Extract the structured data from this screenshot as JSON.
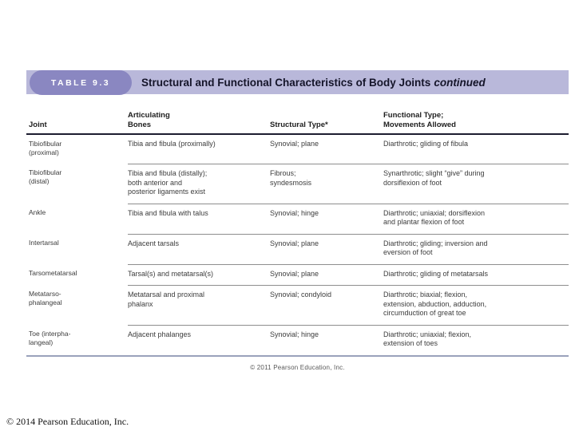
{
  "header": {
    "table_label": "TABLE 9.3",
    "title": "Structural and Functional Characteristics of Body Joints",
    "title_suffix": "continued"
  },
  "colors": {
    "bar": "#b9b8da",
    "pill": "#8a87c1",
    "header_line": "#1c1c30",
    "row_line": "#8e8e8e",
    "bottom_line": "#9aa2bb"
  },
  "table": {
    "columns": [
      "Joint",
      "Articulating\nBones",
      "Structural Type*",
      "Functional Type;\nMovements Allowed"
    ],
    "rows": [
      {
        "joint": "Tibiofibular\n(proximal)",
        "bones": "Tibia and fibula (proximally)",
        "structural": "Synovial; plane",
        "functional": "Diarthrotic; gliding of fibula"
      },
      {
        "joint": "Tibiofibular\n(distal)",
        "bones": "Tibia and fibula (distally);\nboth anterior and\nposterior ligaments exist",
        "structural": "Fibrous;\nsyndesmosis",
        "functional": "Synarthrotic; slight “give” during\ndorsiflexion of foot"
      },
      {
        "joint": "Ankle",
        "bones": "Tibia and fibula with talus",
        "structural": "Synovial; hinge",
        "functional": "Diarthrotic; uniaxial; dorsiflexion\nand plantar flexion of foot"
      },
      {
        "joint": "Intertarsal",
        "bones": "Adjacent tarsals",
        "structural": "Synovial; plane",
        "functional": "Diarthrotic; gliding; inversion and\neversion of foot"
      },
      {
        "joint": "Tarsometatarsal",
        "bones": "Tarsal(s) and metatarsal(s)",
        "structural": "Synovial; plane",
        "functional": "Diarthrotic; gliding of metatarsals"
      },
      {
        "joint": "Metatarso-\nphalangeal",
        "bones": "Metatarsal and proximal\nphalanx",
        "structural": "Synovial; condyloid",
        "functional": "Diarthrotic; biaxial; flexion,\nextension, abduction, adduction,\ncircumduction of great toe"
      },
      {
        "joint": "Toe (interpha-\nlangeal)",
        "bones": "Adjacent phalanges",
        "structural": "Synovial; hinge",
        "functional": "Diarthrotic; uniaxial; flexion,\nextension of toes"
      }
    ]
  },
  "footer": {
    "source_credit": "© 2011 Pearson Education, Inc.",
    "copyright": "© 2014 Pearson Education, Inc."
  }
}
